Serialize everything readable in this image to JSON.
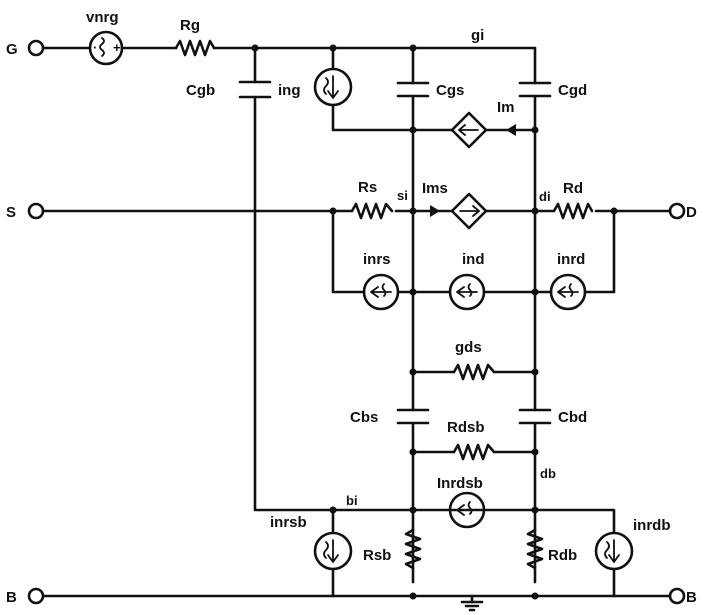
{
  "ports": {
    "g": "G",
    "s": "S",
    "d": "D",
    "b_left": "B",
    "b_right": "B"
  },
  "nodes": {
    "gi": "gi",
    "si": "si",
    "di": "di",
    "db": "db",
    "bi": "bi"
  },
  "components": {
    "vnrg": "vnrg",
    "rg": "Rg",
    "cgb": "Cgb",
    "ing": "ing",
    "cgs": "Cgs",
    "cgd": "Cgd",
    "im": "Im",
    "rs": "Rs",
    "ims": "Ims",
    "rd": "Rd",
    "inrs": "inrs",
    "ind": "ind",
    "inrd": "inrd",
    "gds": "gds",
    "cbs": "Cbs",
    "cbd": "Cbd",
    "rdsb": "Rdsb",
    "inrdsb": "Inrdsb",
    "inrsb": "inrsb",
    "rsb": "Rsb",
    "rdb": "Rdb",
    "inrdb": "inrdb"
  }
}
